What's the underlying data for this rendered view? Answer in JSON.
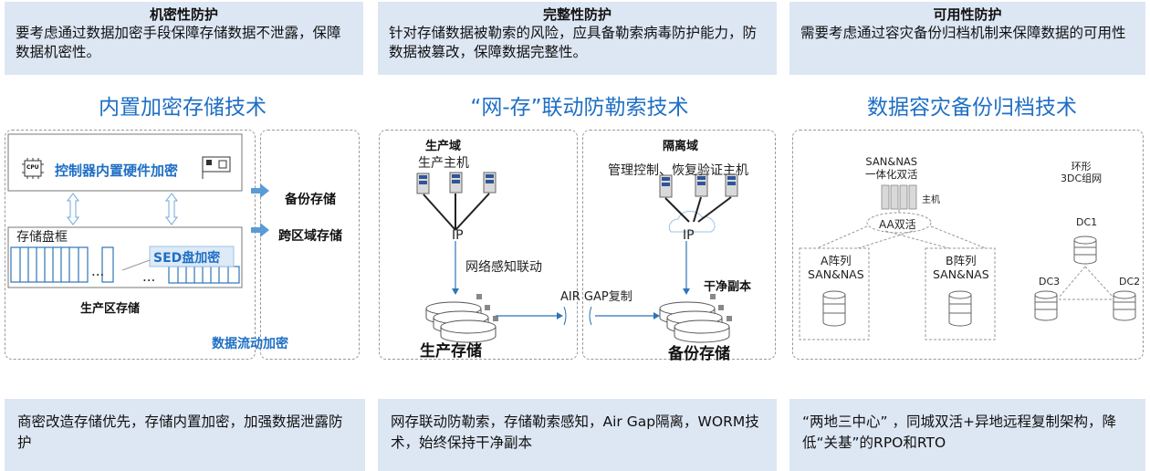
{
  "top": [
    {
      "title": "机密性防护",
      "desc": "要考虑通过数据加密手段保障存储数据不泄露，保障数据机密性。"
    },
    {
      "title": "完整性防护",
      "desc": "针对存储数据被勒索的风险，应具备勒索病毒防护能力，防数据被篡改，保障数据完整性。"
    },
    {
      "title": "可用性防护",
      "desc": "需要考虑通过容灾备份归档机制来保障数据的可用性"
    }
  ],
  "sections": [
    "内置加密存储技术",
    "“网-存”联动防勒索技术",
    "数据容灾备份归档技术"
  ],
  "left": {
    "controller": "控制器内置硬件加密",
    "cpu": "CPU",
    "enclosure": "存储盘框",
    "sed": "SED盘加密",
    "prod_storage": "生产区存储",
    "flow": "数据流动加密",
    "backup": "备份存储",
    "cross": "跨区域存储",
    "ellipsis": "..."
  },
  "mid": {
    "prod_domain": "生产域",
    "prod_host": "生产主机",
    "ip1": "IP",
    "net_link": "网络感知联动",
    "prod_storage": "生产存储",
    "iso_domain": "隔离域",
    "mgmt": "管理控制、恢复验证主机",
    "ip2": "IP",
    "clean": "干净副本",
    "airgap": "AIR GAP复制",
    "backup_storage": "备份存储"
  },
  "right": {
    "san_title": "SAN&NAS\n一体化双活",
    "host": "主机",
    "aa": "AA双活",
    "arrayA": "A阵列\nSAN&NAS",
    "arrayB": "B阵列\nSAN&NAS",
    "ring": "环形\n3DC组网",
    "dc1": "DC1",
    "dc2": "DC2",
    "dc3": "DC3"
  },
  "bottom": [
    "商密改造存储优先，存储内置加密，加强数据泄露防护",
    "网存联动防勒索，存储勒索感知，Air Gap隔离，WORM技术，始终保持干净副本",
    "“两地三中心” ，同城双活+异地远程复制架构，降低“关基”的RPO和RTO"
  ],
  "colors": {
    "panel": "#dde6f3",
    "accent": "#1f6fc4",
    "arrow": "#5b9bd5",
    "host": "#2f5597"
  }
}
